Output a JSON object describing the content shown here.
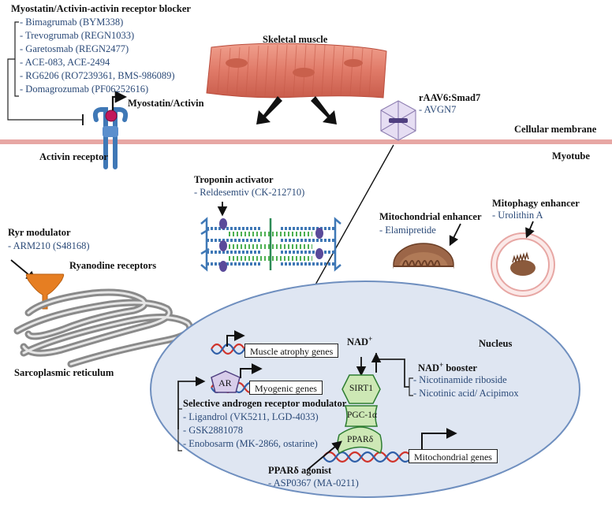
{
  "blocker": {
    "title": "Myostatin/Activin-activin receptor blocker",
    "items": [
      "- Bimagrumab (BYM338)",
      "- Trevogrumab (REGN1033)",
      "- Garetosmab (REGN2477)",
      "- ACE-083, ACE-2494",
      "- RG6206 (RO7239361, BMS-986089)",
      "- Domagrozumab (PF06252616)"
    ]
  },
  "myostatin_label": "Myostatin/Activin",
  "activin_receptor_label": "Activin receptor",
  "skeletal_muscle_label": "Skeletal muscle",
  "raav": {
    "title": "rAAV6:Smad7",
    "item": "- AVGN7"
  },
  "membrane_label": "Cellular membrane",
  "myotube_label": "Myotube",
  "troponin": {
    "title": "Troponin activator",
    "item": "- Reldesemtiv (CK-212710)"
  },
  "mito_enhancer": {
    "title": "Mitochondrial enhancer",
    "item": "- Elamipretide"
  },
  "mitophagy": {
    "title": "Mitophagy enhancer",
    "item": "- Urolithin A"
  },
  "ryr": {
    "title": "Ryr modulator",
    "item": "- ARM210 (S48168)",
    "receptor_label": "Ryanodine receptors"
  },
  "sr_label": "Sarcoplasmic reticulum",
  "nucleus": {
    "label": "Nucleus",
    "muscle_atrophy_genes": "Muscle atrophy genes",
    "myogenic_genes": "Myogenic genes",
    "mitochondrial_genes": "Mitochondrial genes",
    "ar": "AR",
    "nad": "NAD",
    "nad_sup": "+",
    "sirt1": "SIRT1",
    "pgc": "PGC-1α",
    "ppard": "PPARδ"
  },
  "nad_booster": {
    "title": "NAD",
    "title_sup": "+",
    "title_rest": " booster",
    "items": [
      "- Nicotinamide riboside",
      "- Nicotinic acid/ Acipimox"
    ]
  },
  "sarm": {
    "title": "Selective  androgen receptor modulator",
    "items": [
      "- Ligandrol (VK5211, LGD-4033)",
      "- GSK2881078",
      "- Enobosarm (MK-2866, ostarine)"
    ]
  },
  "ppar_agonist": {
    "title": "PPARδ agonist",
    "item": "- ASP0367 (MA-0211)"
  },
  "colors": {
    "item_text": "#2b4a78",
    "membrane": "#e7a7a4",
    "muscle": "#e07a68",
    "nucleus_fill": "#dfe6f2",
    "nucleus_border": "#6f8fbf",
    "receptor": "#3f78b6",
    "ligand": "#c2185b",
    "nuclear_protein": "#cde8b5",
    "ar_fill": "#d8cdea",
    "sr_gray": "#8c8c8c",
    "ryr_orange": "#e67e22",
    "mito_brown": "#8b5a3c",
    "dna_red": "#d0342c",
    "dna_blue": "#2f5fa8"
  }
}
